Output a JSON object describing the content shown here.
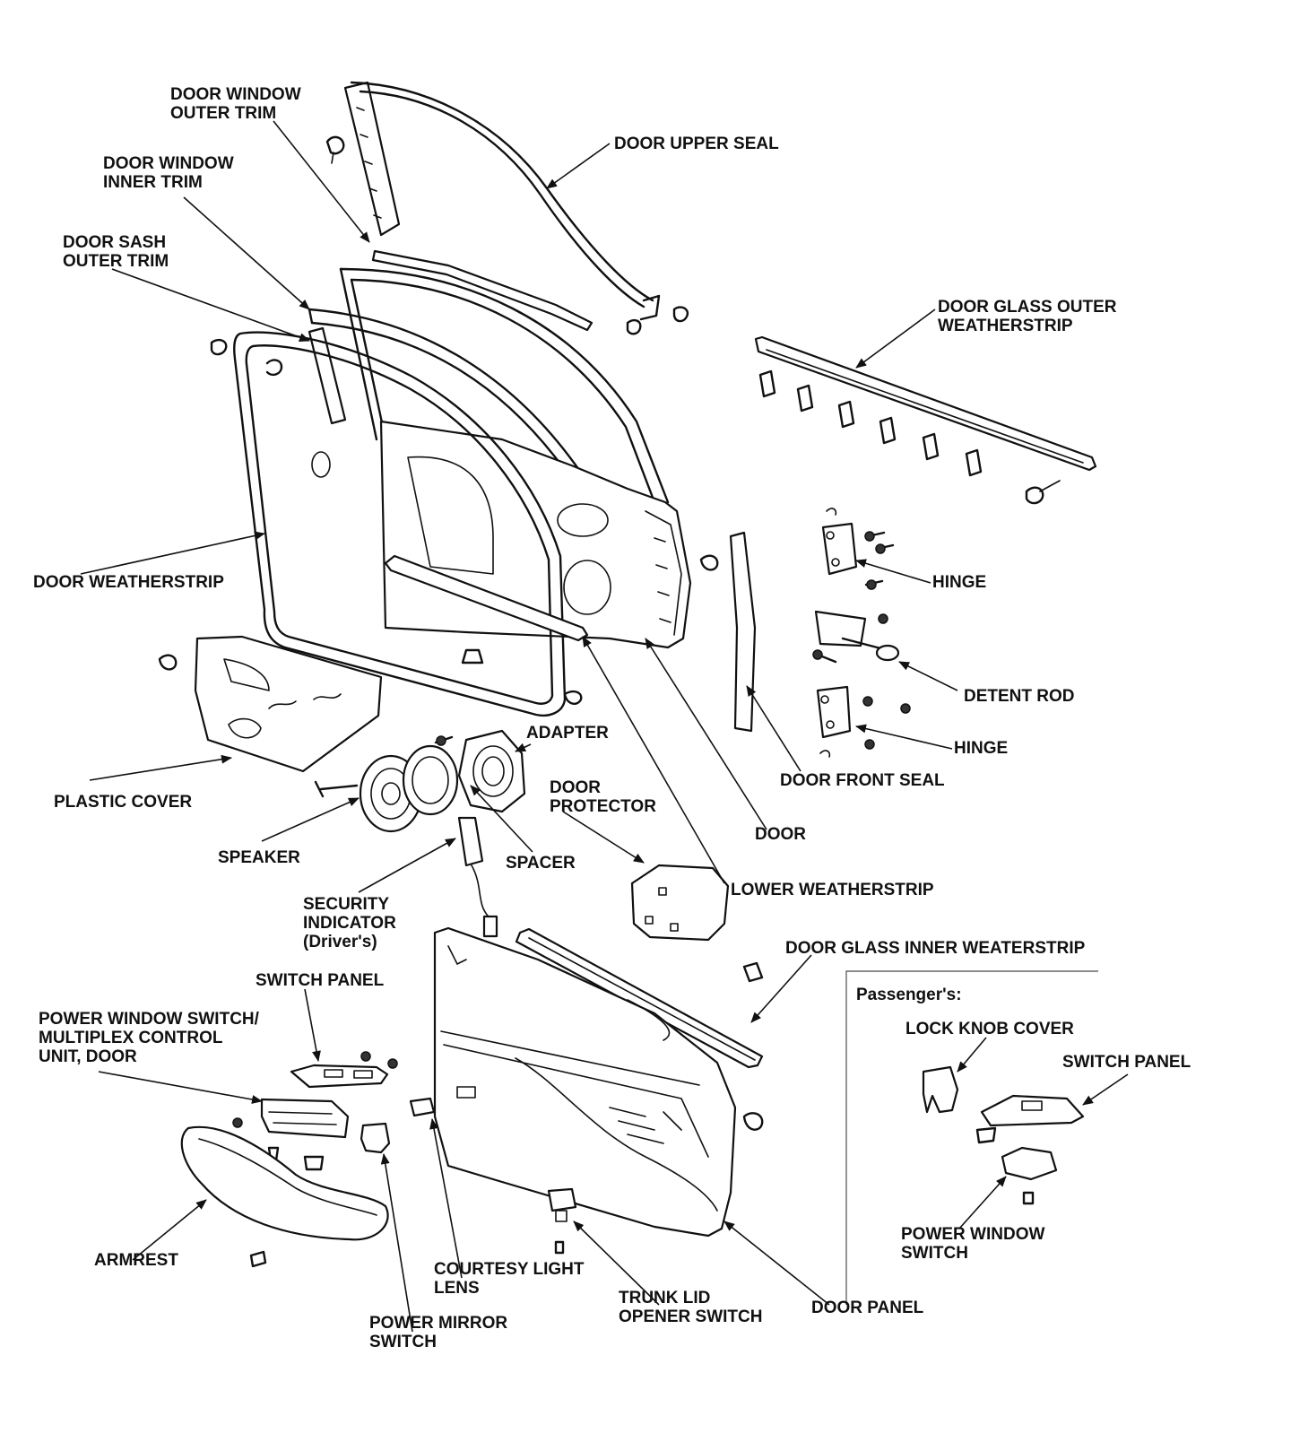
{
  "labels": {
    "door_window_outer_trim": [
      "DOOR WINDOW",
      "OUTER TRIM"
    ],
    "door_upper_seal": [
      "DOOR UPPER SEAL"
    ],
    "door_window_inner_trim": [
      "DOOR WINDOW",
      "INNER TRIM"
    ],
    "door_sash_outer_trim": [
      "DOOR SASH",
      "OUTER TRIM"
    ],
    "door_glass_outer_weatherstrip": [
      "DOOR GLASS OUTER",
      "WEATHERSTRIP"
    ],
    "door_weatherstrip": [
      "DOOR WEATHERSTRIP"
    ],
    "hinge_upper": [
      "HINGE"
    ],
    "detent_rod": [
      "DETENT ROD"
    ],
    "hinge_lower": [
      "HINGE"
    ],
    "adapter": [
      "ADAPTER"
    ],
    "door_front_seal": [
      "DOOR FRONT SEAL"
    ],
    "plastic_cover": [
      "PLASTIC COVER"
    ],
    "door_protector": [
      "DOOR",
      "PROTECTOR"
    ],
    "door": [
      "DOOR"
    ],
    "speaker": [
      "SPEAKER"
    ],
    "spacer": [
      "SPACER"
    ],
    "lower_weatherstrip": [
      "LOWER WEATHERSTRIP"
    ],
    "security_indicator": [
      "SECURITY",
      "INDICATOR",
      "(Driver's)"
    ],
    "door_glass_inner_weatherstrip": [
      "DOOR GLASS INNER WEATERSTRIP"
    ],
    "switch_panel": [
      "SWITCH PANEL"
    ],
    "passengers": [
      "Passenger's:"
    ],
    "power_window_switch_multiplex": [
      "POWER WINDOW SWITCH/",
      "MULTIPLEX CONTROL",
      "UNIT, DOOR"
    ],
    "lock_knob_cover": [
      "LOCK KNOB COVER"
    ],
    "switch_panel_passenger": [
      "SWITCH PANEL"
    ],
    "power_window_switch": [
      "POWER WINDOW",
      "SWITCH"
    ],
    "armrest": [
      "ARMREST"
    ],
    "courtesy_light_lens": [
      "COURTESY LIGHT",
      "LENS"
    ],
    "trunk_lid_opener_switch": [
      "TRUNK LID",
      "OPENER SWITCH"
    ],
    "door_panel": [
      "DOOR PANEL"
    ],
    "power_mirror_switch": [
      "POWER MIRROR",
      "SWITCH"
    ]
  }
}
